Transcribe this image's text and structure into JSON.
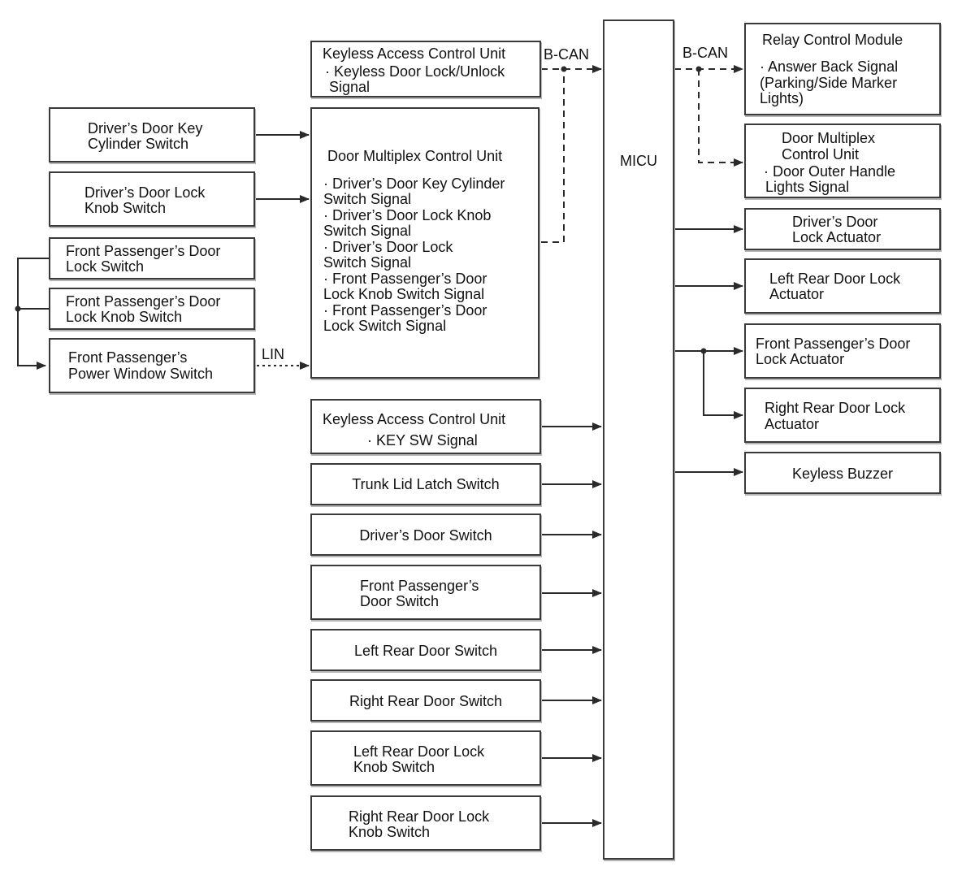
{
  "bus_labels": {
    "bcan_left": "B-CAN",
    "bcan_right": "B-CAN",
    "lin": "LIN"
  },
  "micu": {
    "label": "MICU"
  },
  "left_inputs": {
    "drivers_door_key_cylinder_switch": [
      "Driver’s Door Key",
      "Cylinder Switch"
    ],
    "drivers_door_lock_knob_switch": [
      "Driver’s Door Lock",
      "Knob Switch"
    ],
    "front_passengers_door_lock_switch": [
      "Front Passenger’s Door",
      "Lock Switch"
    ],
    "front_passengers_door_lock_knob_switch": [
      "Front Passenger’s Door",
      "Lock Knob Switch"
    ],
    "front_passengers_power_window_switch": [
      "Front Passenger’s",
      "Power Window Switch"
    ]
  },
  "keyless_access_unit_top": {
    "title": "Keyless Access Control Unit",
    "signal": [
      "· Keyless Door Lock/Unlock",
      "Signal"
    ]
  },
  "door_multiplex_unit": {
    "title": "Door Multiplex Control Unit",
    "signals": [
      "· Driver’s Door Key Cylinder",
      "Switch Signal",
      "· Driver’s Door Lock Knob",
      "Switch Signal",
      "· Driver’s Door Lock",
      "Switch Signal",
      "· Front Passenger’s Door",
      "Lock Knob Switch Signal",
      "· Front Passenger’s Door",
      "Lock Switch Signal"
    ]
  },
  "keyless_access_unit_key": {
    "title": "Keyless Access Control Unit",
    "signal": "· KEY SW Signal"
  },
  "center_inputs": {
    "trunk_lid_latch_switch": [
      "Trunk Lid Latch Switch"
    ],
    "drivers_door_switch": [
      "Driver’s Door Switch"
    ],
    "front_passengers_door_switch": [
      "Front Passenger’s",
      "Door Switch"
    ],
    "left_rear_door_switch": [
      "Left Rear Door Switch"
    ],
    "right_rear_door_switch": [
      "Right Rear Door Switch"
    ],
    "left_rear_door_lock_knob_switch": [
      "Left Rear Door Lock",
      "Knob Switch"
    ],
    "right_rear_door_lock_knob_switch": [
      "Right Rear Door Lock",
      "Knob Switch"
    ]
  },
  "relay_control_module": {
    "title": "Relay Control Module",
    "signal": [
      "· Answer Back Signal",
      "(Parking/Side Marker",
      "Lights)"
    ]
  },
  "door_multiplex_unit_right": {
    "title": [
      "Door Multiplex",
      "Control Unit"
    ],
    "signal": [
      "· Door Outer Handle",
      "Lights Signal"
    ]
  },
  "outputs": {
    "drivers_door_lock_actuator": [
      "Driver’s Door",
      "Lock Actuator"
    ],
    "left_rear_door_lock_actuator": [
      "Left Rear Door Lock",
      "Actuator"
    ],
    "front_passengers_door_lock_actuator": [
      "Front Passenger’s Door",
      "Lock Actuator"
    ],
    "right_rear_door_lock_actuator": [
      "Right Rear Door Lock",
      "Actuator"
    ],
    "keyless_buzzer": [
      "Keyless Buzzer"
    ]
  }
}
